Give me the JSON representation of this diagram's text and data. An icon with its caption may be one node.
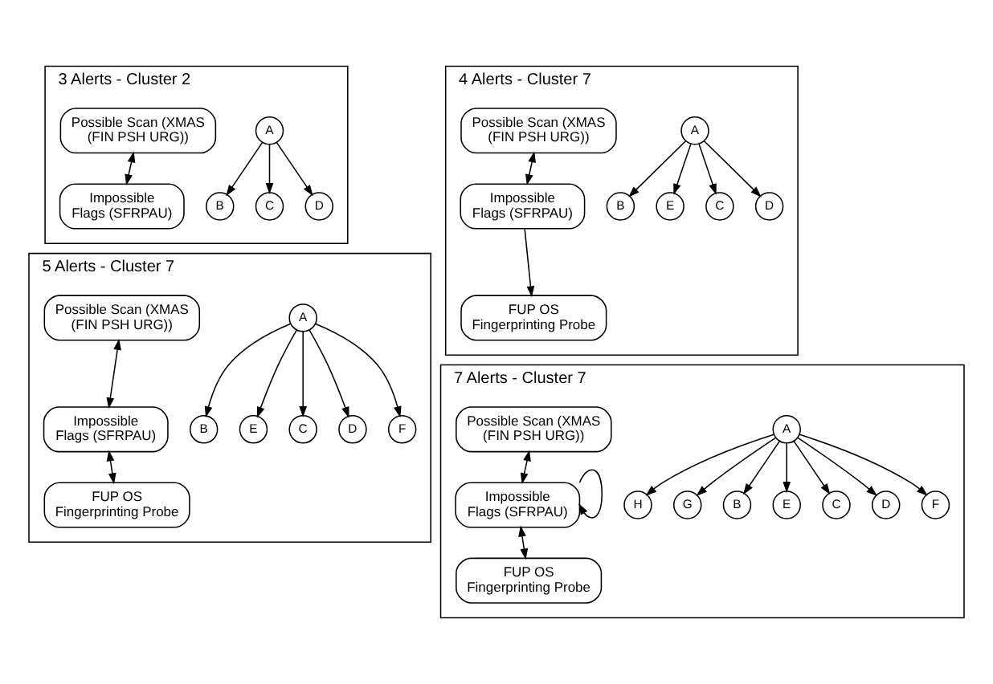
{
  "diagram": {
    "nodes": [
      {
        "text": [
          "3 Alerts - Cluster 2"
        ]
      },
      {
        "text": [
          "B"
        ],
        "in": 0
      },
      {
        "text": [
          "A"
        ],
        "in": 0
      },
      {
        "text": [
          "C"
        ],
        "in": 0
      },
      {
        "text": [
          "D"
        ],
        "in": 0
      },
      {
        "text": [
          "Possible Scan (XMAS (FIN PSH URG))"
        ],
        "in": 0
      },
      {
        "text": [
          "Impossible Flags (SFRPAU)"
        ],
        "in": 0
      },
      {
        "text": [
          "4 Alerts - Cluster 7"
        ]
      },
      {
        "text": [
          "B"
        ],
        "in": 7
      },
      {
        "text": [
          "E"
        ],
        "in": 7
      },
      {
        "text": [
          "A"
        ],
        "in": 7
      },
      {
        "text": [
          "C"
        ],
        "in": 7
      },
      {
        "text": [
          "D"
        ],
        "in": 7
      },
      {
        "text": [
          "Possible Scan (XMAS (FIN PSH URG))"
        ],
        "in": 7
      },
      {
        "text": [
          "Impossible Flags (SFRPAU)"
        ],
        "in": 7
      },
      {
        "text": [
          "FUP OS Fingerprinting Probe"
        ],
        "in": 7
      },
      {
        "text": [
          "5 Alerts - Cluster 7"
        ]
      },
      {
        "text": [
          "B"
        ],
        "in": 16
      },
      {
        "text": [
          "E"
        ],
        "in": 16
      },
      {
        "text": [
          "A"
        ],
        "in": 16
      },
      {
        "text": [
          "C"
        ],
        "in": 16
      },
      {
        "text": [
          "D"
        ],
        "in": 16
      },
      {
        "text": [
          "F"
        ],
        "in": 16
      },
      {
        "text": [
          "Possible Scan (XMAS (FIN PSH URG))"
        ],
        "in": 16
      },
      {
        "text": [
          "Impossible Flags (SFRPAU)"
        ],
        "in": 16
      },
      {
        "text": [
          "FUP OS Fingerprinting Probe"
        ],
        "in": 16
      },
      {
        "text": [
          "7 Alerts - Cluster 7"
        ]
      },
      {
        "text": [
          "H"
        ],
        "in": 26
      },
      {
        "text": [
          "G"
        ],
        "in": 26
      },
      {
        "text": [
          "B"
        ],
        "in": 26
      },
      {
        "text": [
          "E"
        ],
        "in": 26
      },
      {
        "text": [
          "A"
        ],
        "in": 26
      },
      {
        "text": [
          "C"
        ],
        "in": 26
      },
      {
        "text": [
          "D"
        ],
        "in": 26
      },
      {
        "text": [
          "F"
        ],
        "in": 26
      },
      {
        "text": [
          "Possible Scan (XMAS (FIN PSH URG))"
        ],
        "in": 26
      },
      {
        "text": [
          "Impossible Flags (SFRPAU)"
        ],
        "in": 26
      },
      {
        "text": [
          "FUP OS Fingerprinting Probe"
        ],
        "in": 26
      }
    ],
    "edges": [
      {
        "from": 2,
        "to": 1,
        "arrow": "to"
      },
      {
        "from": 2,
        "to": 3,
        "arrow": "to"
      },
      {
        "from": 2,
        "to": 4,
        "arrow": "to"
      },
      {
        "from": 5,
        "to": 6,
        "arrow": "both"
      },
      {
        "from": 10,
        "to": 8,
        "arrow": "to"
      },
      {
        "from": 10,
        "to": 9,
        "arrow": "to"
      },
      {
        "from": 10,
        "to": 11,
        "arrow": "to"
      },
      {
        "from": 10,
        "to": 12,
        "arrow": "to"
      },
      {
        "from": 13,
        "to": 14,
        "arrow": "both"
      },
      {
        "from": 14,
        "to": 15,
        "arrow": "to"
      },
      {
        "from": 19,
        "to": 17,
        "arrow": "to"
      },
      {
        "from": 19,
        "to": 18,
        "arrow": "to"
      },
      {
        "from": 19,
        "to": 20,
        "arrow": "to"
      },
      {
        "from": 19,
        "to": 21,
        "arrow": "to"
      },
      {
        "from": 19,
        "to": 22,
        "arrow": "to"
      },
      {
        "from": 23,
        "to": 24,
        "arrow": "both"
      },
      {
        "from": 24,
        "to": 25,
        "arrow": "both"
      },
      {
        "from": 31,
        "to": 27,
        "arrow": "to"
      },
      {
        "from": 31,
        "to": 28,
        "arrow": "to"
      },
      {
        "from": 31,
        "to": 29,
        "arrow": "to"
      },
      {
        "from": 31,
        "to": 30,
        "arrow": "to"
      },
      {
        "from": 31,
        "to": 32,
        "arrow": "to"
      },
      {
        "from": 31,
        "to": 33,
        "arrow": "to"
      },
      {
        "from": 31,
        "to": 34,
        "arrow": "to"
      },
      {
        "from": 35,
        "to": 36,
        "arrow": "both"
      },
      {
        "from": 36,
        "to": 36,
        "arrow": "to"
      },
      {
        "from": 36,
        "to": 37,
        "arrow": "both"
      }
    ]
  }
}
